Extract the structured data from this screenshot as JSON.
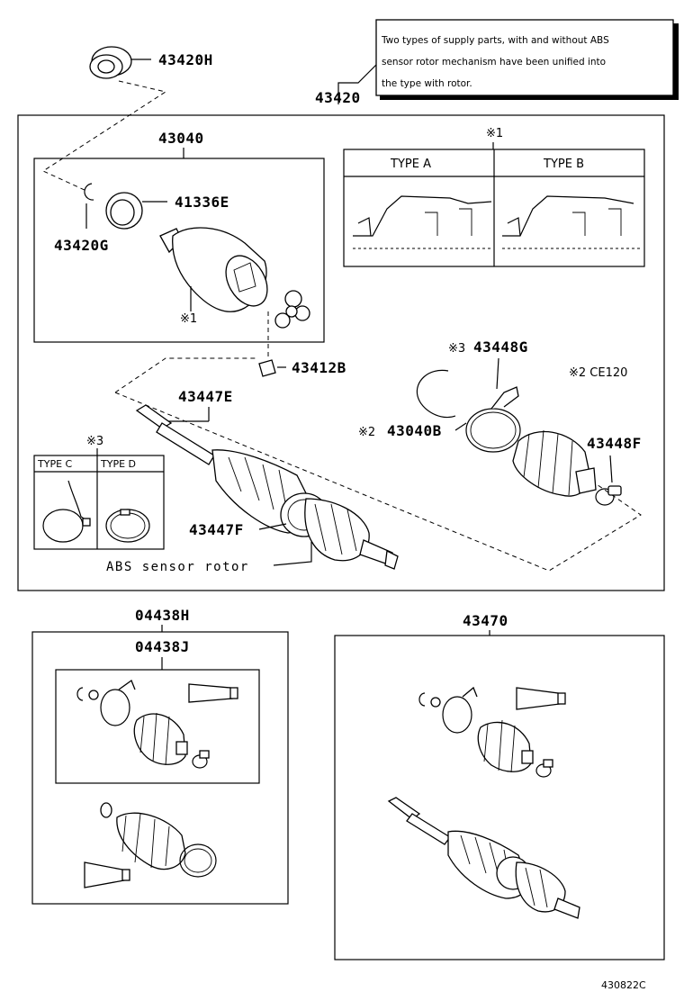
{
  "note": {
    "lines": [
      "Two types of supply parts, with and without ABS",
      "sensor rotor mechanism have been unified into",
      "the type with rotor."
    ]
  },
  "labels": {
    "p43420H": "43420H",
    "p43420": "43420",
    "p43040": "43040",
    "p41336E": "41336E",
    "p43420G": "43420G",
    "mark1_inner": "※1",
    "mark1_types": "※1",
    "typeA": "TYPE A",
    "typeB": "TYPE B",
    "p43412B": "43412B",
    "mark3_top": "※3",
    "p43448G": "43448G",
    "ce120": "※2 CE120",
    "p43447E": "43447E",
    "mark2": "※2",
    "p43040B": "43040B",
    "p43448F": "43448F",
    "mark3_left": "※3",
    "typeC": "TYPE C",
    "typeD": "TYPE D",
    "p43447F": "43447F",
    "abs_rotor": "ABS sensor rotor",
    "p04438H": "04438H",
    "p04438J": "04438J",
    "p43470": "43470",
    "code": "430822C"
  }
}
